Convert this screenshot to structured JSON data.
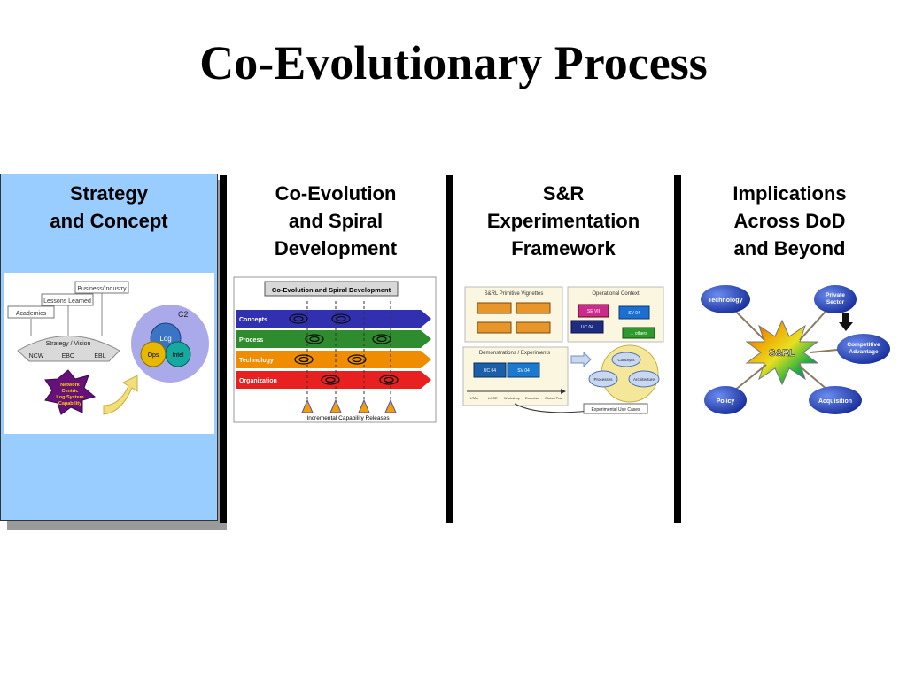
{
  "slide": {
    "title": "Co-Evolutionary Process"
  },
  "columns": [
    {
      "heading_lines": [
        "Strategy",
        "and Concept"
      ],
      "figure": {
        "labels": {
          "business": "Business/Industry",
          "lessons": "Lessons Learned",
          "academics": "Academics",
          "strategy": "Strategy / Vision",
          "ncw": "NCW",
          "ebo": "EBO",
          "ebl": "EBL",
          "star_lines": [
            "Network",
            "Centric",
            "Log System",
            "Capability"
          ],
          "c2": "C2",
          "log": "Log",
          "ops": "Ops",
          "intel": "Intel"
        }
      }
    },
    {
      "heading_lines": [
        "Co-Evolution",
        "and Spiral",
        "Development"
      ],
      "figure": {
        "labels": {
          "banner": "Co-Evolution and Spiral Development",
          "rows": [
            "Concepts",
            "Process",
            "Technology",
            "Organization"
          ],
          "footer": "Incremental Capability Releases"
        },
        "colors": {
          "concepts": "#3030b0",
          "process": "#2e8b2e",
          "technology": "#f08c00",
          "organization": "#e82020"
        }
      }
    },
    {
      "heading_lines": [
        "S&R",
        "Experimentation",
        "Framework"
      ],
      "figure": {
        "labels": {
          "vignettes": "S&RL Primitive Vignettes",
          "opcontext": "Operational Context",
          "demos": "Demonstrations / Experiments",
          "usecases": "Experimental Use Cases",
          "blk1": "SE VII",
          "blk2": "SV 04",
          "blk3": "UC 04",
          "blk4": "... others",
          "blk5": "UC 04",
          "blk6": "SV 04",
          "cyc1": "Concepts",
          "cyc2": "Processes",
          "cyc3": "Architecture",
          "tl": [
            "LTAs",
            "LOSE",
            "Workshop",
            "Exercise",
            "Global Pac"
          ]
        }
      }
    },
    {
      "heading_lines": [
        "Implications",
        "Across DoD",
        "and Beyond"
      ],
      "figure": {
        "labels": {
          "center": "S&RL",
          "technology": "Technology",
          "private": [
            "Private",
            "Sector"
          ],
          "competitive": [
            "Competitive",
            "Advantage"
          ],
          "policy": "Policy",
          "acquisition": "Acquisition"
        }
      }
    }
  ]
}
